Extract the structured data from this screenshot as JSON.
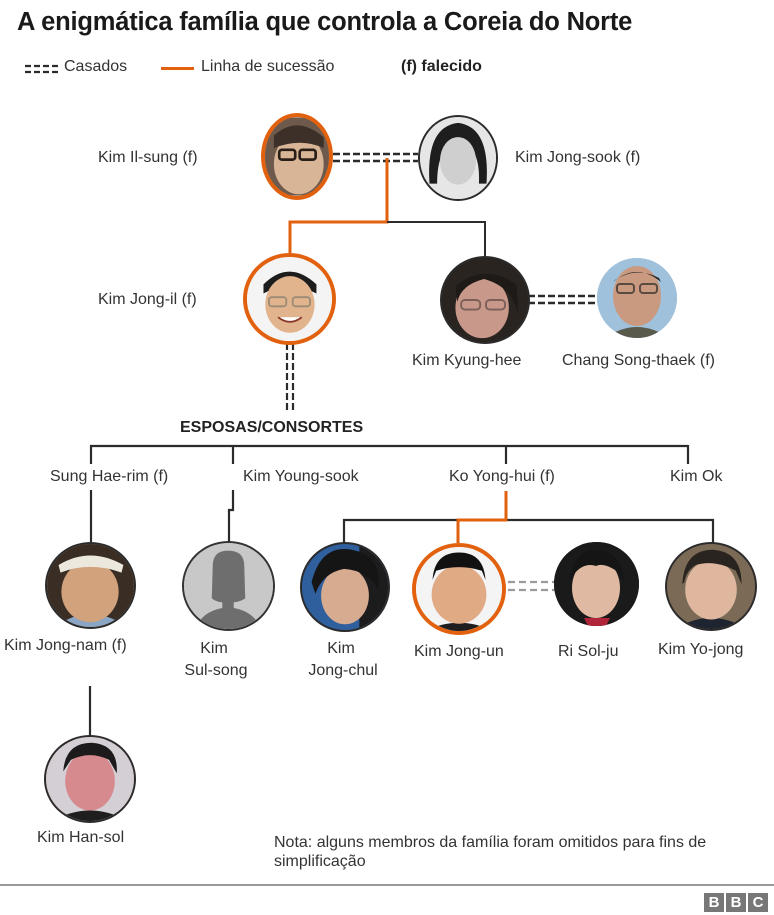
{
  "title": "A enigmática família que controla a Coreia do Norte",
  "legend": {
    "married_label": "Casados",
    "succession_label": "Linha de sucessão",
    "deceased_label": "(f) falecido"
  },
  "colors": {
    "succession": "#e2610e",
    "line": "#2b2b2b",
    "married_dash": "#2b2b2b",
    "placeholder_bg": "#c8c8c8",
    "placeholder_silhouette": "#6e6e6e"
  },
  "generation1": {
    "kim_il_sung": "Kim Il-sung (f)",
    "kim_jong_sook": "Kim Jong-sook (f)"
  },
  "generation2": {
    "kim_jong_il": "Kim Jong-il (f)",
    "kim_kyung_hee": "Kim Kyung-hee",
    "chang_song_thaek": "Chang Song-thaek (f)"
  },
  "spouses": {
    "heading": "ESPOSAS/CONSORTES",
    "items": [
      {
        "name": "Sung Hae-rim (f)"
      },
      {
        "name": "Kim Young-sook"
      },
      {
        "name": "Ko Yong-hui (f)"
      },
      {
        "name": "Kim Ok"
      }
    ]
  },
  "generation3": {
    "kim_jong_nam": "Kim Jong-nam (f)",
    "kim_sul_song_line1": "Kim",
    "kim_sul_song_line2": "Sul-song",
    "kim_jong_chul_line1": "Kim",
    "kim_jong_chul_line2": "Jong-chul",
    "kim_jong_un": "Kim Jong-un",
    "ri_sol_ju": "Ri Sol-ju",
    "kim_yo_jong": "Kim Yo-jong"
  },
  "generation4": {
    "kim_han_sol": "Kim Han-sol"
  },
  "note": "Nota: alguns membros da família foram omitidos para fins de simplificação",
  "footer": {
    "logo_letters": [
      "B",
      "B",
      "C"
    ]
  }
}
